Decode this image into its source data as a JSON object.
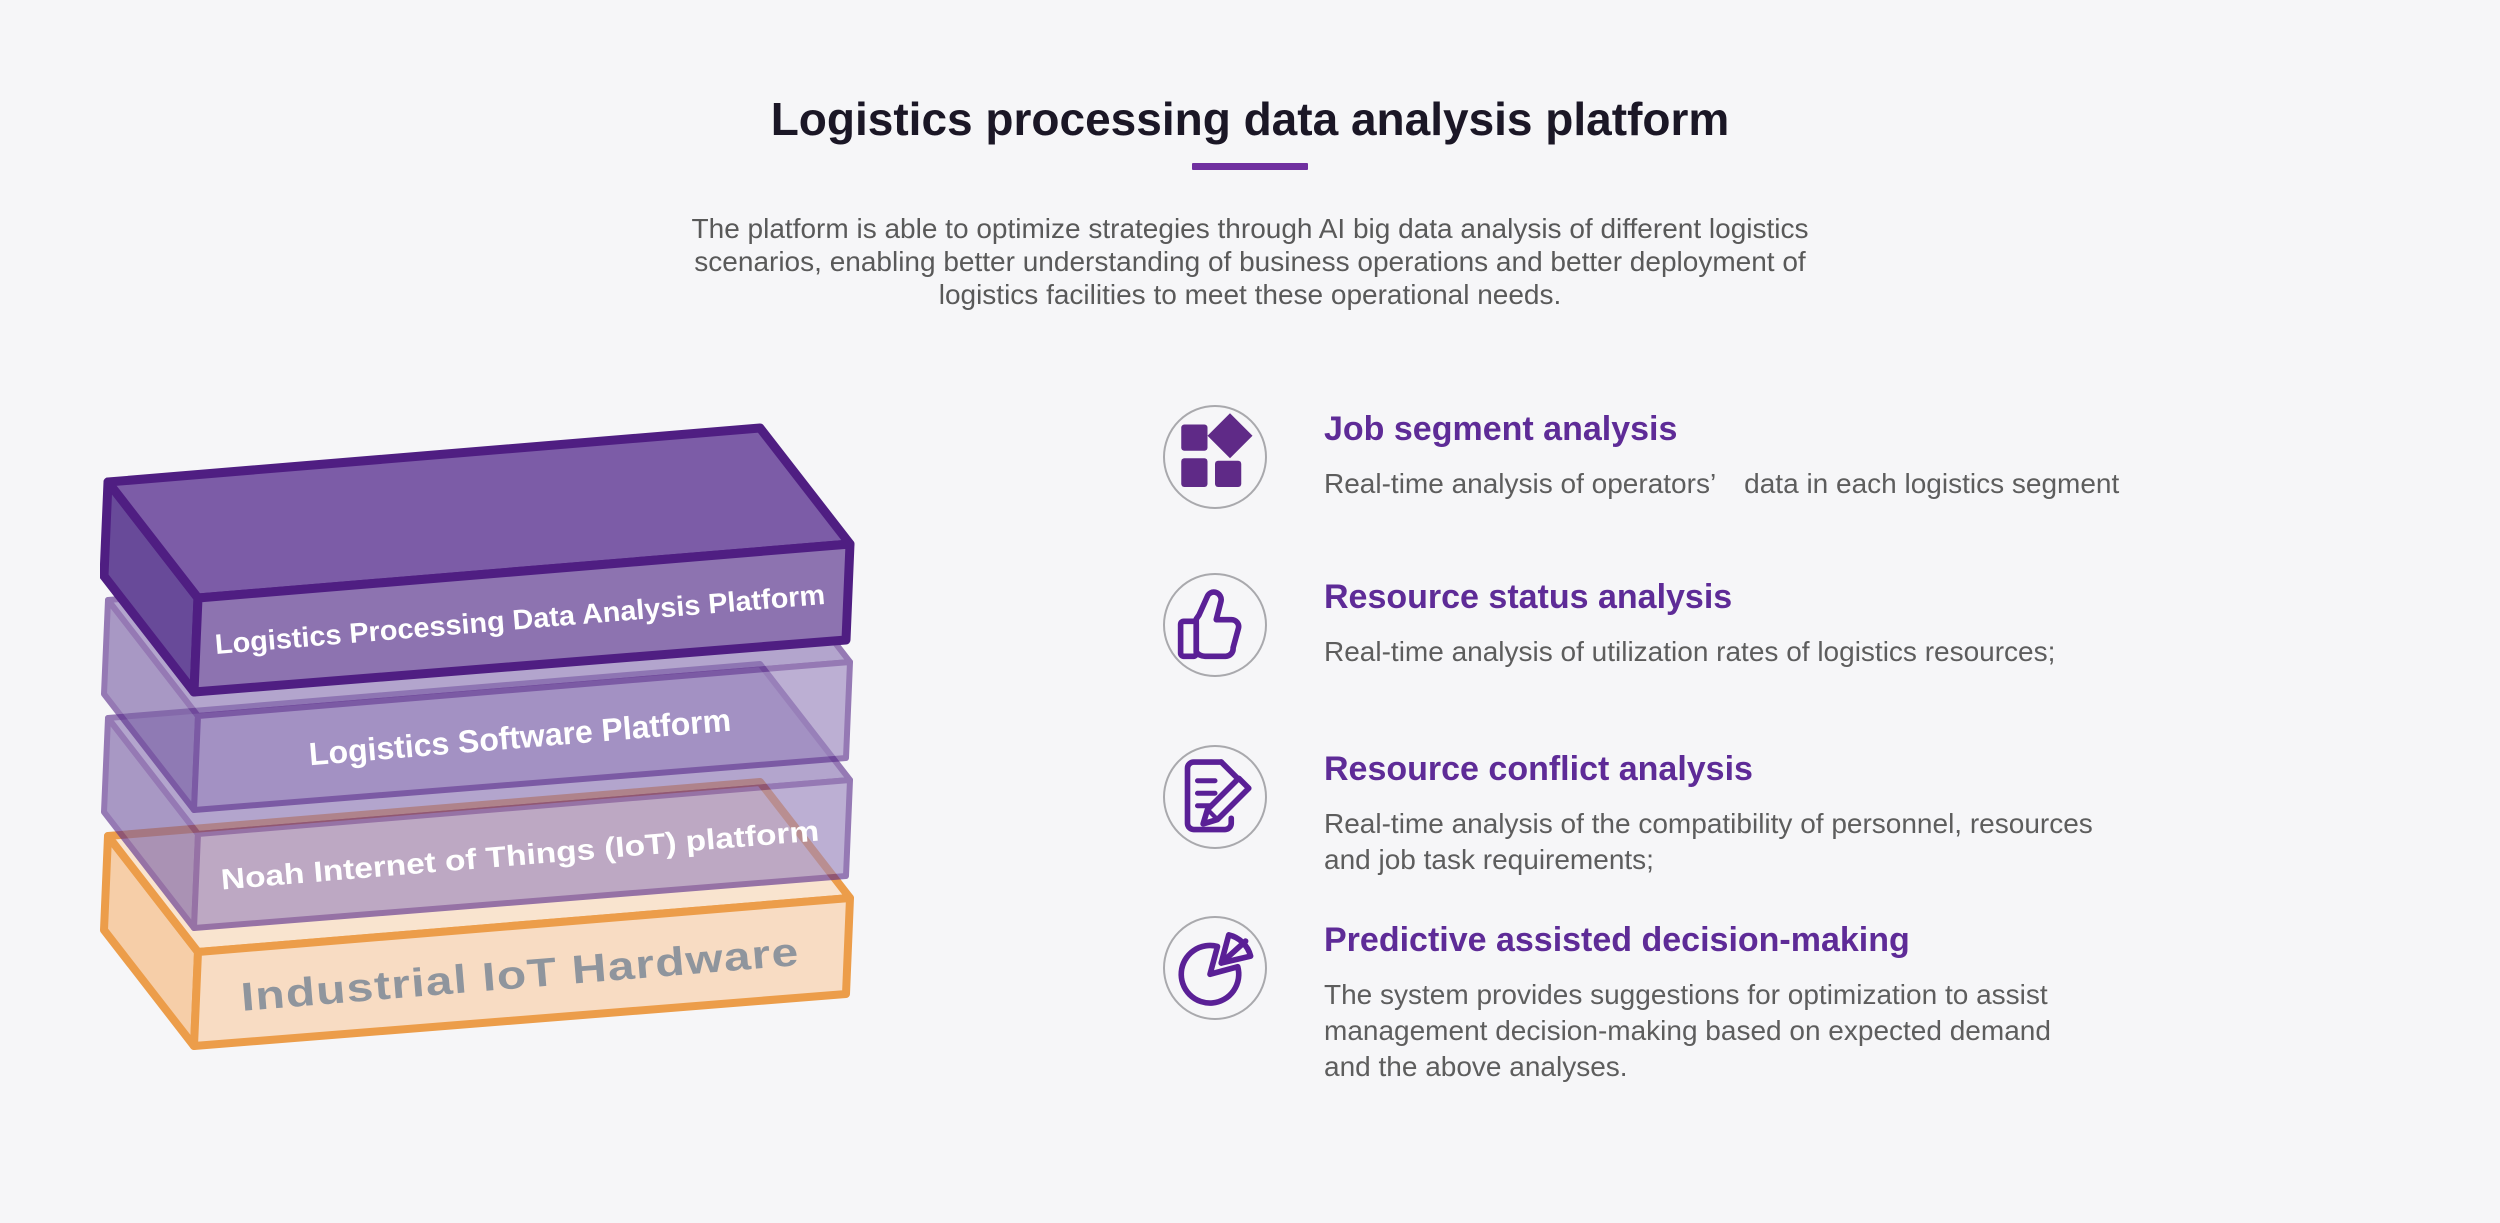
{
  "page": {
    "title": "Logistics processing data analysis platform",
    "intro_lines": [
      "The platform is able to optimize strategies through AI big data analysis of different logistics",
      "scenarios, enabling better understanding of business operations and better deployment of",
      "logistics facilities to meet these operational needs."
    ],
    "background_color": "#f6f6f8",
    "accent_color": "#7030a0",
    "title_color": "#1b1726",
    "body_text_color": "#595959"
  },
  "diagram": {
    "layers": [
      {
        "label": "Logistics Processing Data Analysis Platform",
        "top_color": "#7c5ca7",
        "front_color": "#8d73b0",
        "side_color": "#684a99",
        "border_color": "#4f1e82",
        "text_color": "#ffffff"
      },
      {
        "label": "Logistics Software Platform",
        "top_color": "#8b74b3",
        "front_color": "#9a85bd",
        "side_color": "#7a60a5",
        "border_color": "#5a2d8c",
        "text_color": "#ffffff"
      },
      {
        "label": "Noah Internet of Things (IoT) platform",
        "top_color": "#8b74b3",
        "front_color": "#9a85bd",
        "side_color": "#7a60a5",
        "border_color": "#5a2d8c",
        "text_color": "#ffffff"
      },
      {
        "label": "Industrial IoT Hardware",
        "top_color": "#fae4ce",
        "front_color": "#f9dcc2",
        "side_color": "#f6cda6",
        "border_color": "#ec9b45",
        "text_color": "#8c929b"
      }
    ]
  },
  "features": [
    {
      "icon": "grid-squares",
      "title": "Job segment analysis",
      "desc_lines": [
        "Real-time analysis of operators’ data in each logistics segment"
      ]
    },
    {
      "icon": "thumbs-up",
      "title": "Resource status analysis",
      "desc_lines": [
        "Real-time analysis of utilization rates of logistics resources;"
      ]
    },
    {
      "icon": "document-pencil",
      "title": "Resource conflict analysis",
      "desc_lines": [
        "Real-time analysis of the compatibility of personnel, resources",
        "and job task requirements;"
      ]
    },
    {
      "icon": "pie-chart",
      "title": "Predictive assisted decision-making",
      "desc_lines": [
        "The system provides suggestions for optimization to assist",
        "management decision-making based on expected demand",
        "and the above analyses."
      ]
    }
  ],
  "icon_colors": {
    "stroke": "#5a2096",
    "fill": "#5f2a87",
    "circle_border": "#a9a9ad"
  }
}
